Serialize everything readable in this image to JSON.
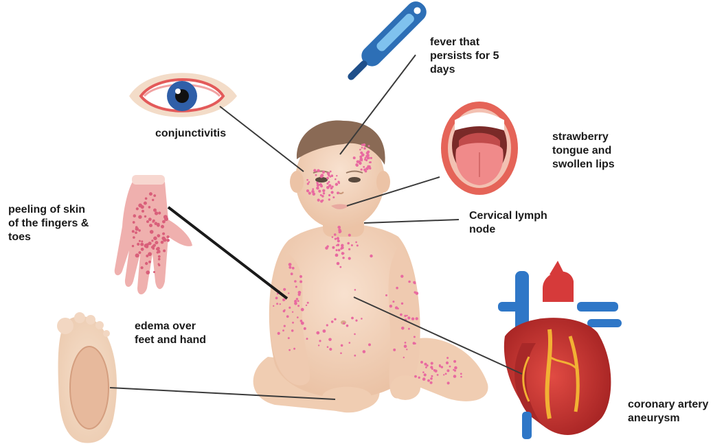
{
  "labels": {
    "fever": "fever that\npersists for 5\ndays",
    "conjunctivitis": "conjunctivitis",
    "strawberry_tongue": "strawberry\ntongue and\nswollen lips",
    "peeling": "peeling of skin\nof the fingers &\ntoes",
    "lymph_node": "Cervical lymph\nnode",
    "edema": "edema over\nfeet and hand",
    "coronary": "coronary artery\naneurysm"
  },
  "colors": {
    "skin": "#f4d6bf",
    "skin_shadow": "#e8bfa2",
    "rash": "#e86aa0",
    "hair": "#8a6a55",
    "leader_line": "#3a3a3a",
    "heart_red": "#d63a3a",
    "heart_dark": "#a82828",
    "vein_blue": "#2f77c7",
    "artery_yellow": "#f2b134",
    "thermometer": "#2d6fb6",
    "iris": "#2f5fa8",
    "eye_red": "#e35a5a",
    "mouth_outer": "#e56458",
    "tongue": "#f08a8a"
  },
  "icons": [
    "thermometer-icon",
    "eye-icon",
    "open-mouth-icon",
    "hand-icon",
    "foot-sole-icon",
    "heart-icon",
    "baby-figure"
  ]
}
